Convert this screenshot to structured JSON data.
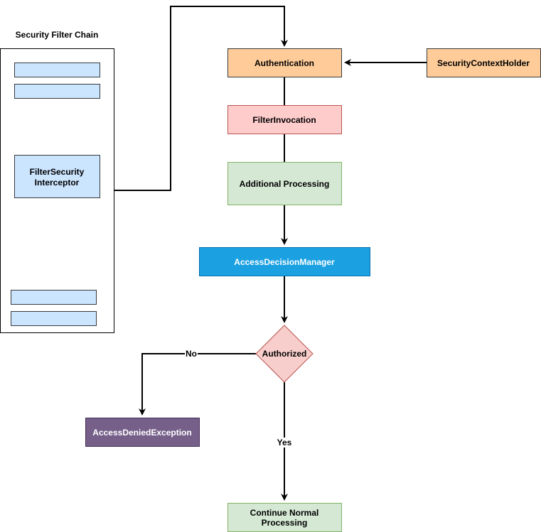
{
  "title": "Security Filter Chain",
  "filter_chain": {
    "interceptor_label": [
      "FilterSecurity",
      "Interceptor"
    ]
  },
  "nodes": {
    "authentication": "Authentication",
    "security_context_holder": "SecurityContextHolder",
    "filter_invocation": "FilterInvocation",
    "additional_processing": "Additional Processing",
    "access_decision_manager": "AccessDecisionManager",
    "authorized": "Authorized",
    "access_denied_exception": "AccessDeniedException",
    "continue_normal_processing": [
      "Continue Normal",
      "Processing"
    ]
  },
  "edge_labels": {
    "no": "No",
    "yes": "Yes"
  },
  "colors": {
    "orange_fill": "#ffcc99",
    "orange_stroke": "#36393d",
    "pink_fill": "#ffcccc",
    "pink_stroke": "#b85450",
    "green_fill": "#d5e8d4",
    "green_stroke": "#82b366",
    "blue_fill": "#1ba1e2",
    "blue_stroke": "#006eaf",
    "diamond_fill": "#f8cecc",
    "diamond_stroke": "#b85450",
    "purple_fill": "#76608a",
    "purple_stroke": "#432d57",
    "light_blue_fill": "#cce5ff",
    "light_blue_stroke": "#36393d"
  }
}
